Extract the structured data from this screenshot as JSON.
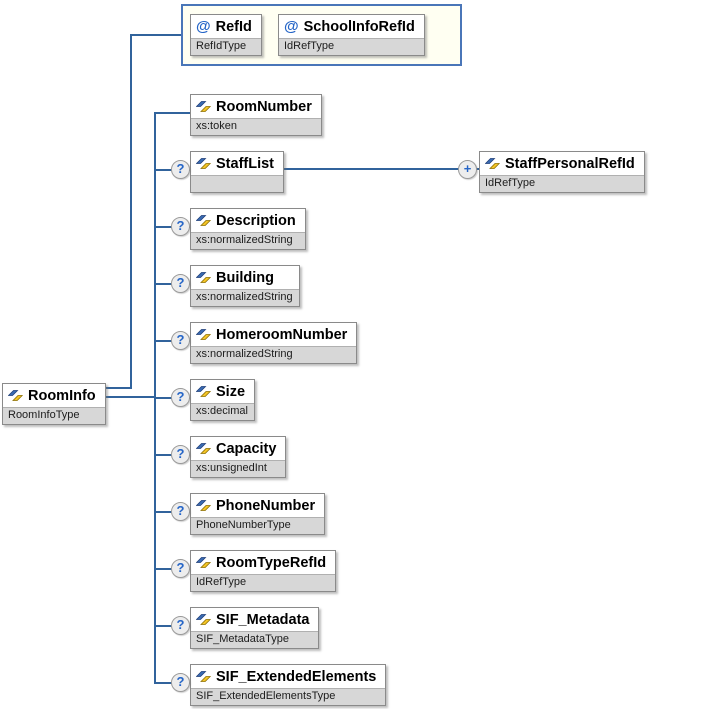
{
  "diagram": {
    "root": {
      "name": "RoomInfo",
      "type": "RoomInfoType"
    },
    "attributes_group": {
      "attributes": [
        {
          "marker": "@",
          "name": "RefId",
          "type": "RefIdType"
        },
        {
          "marker": "@",
          "name": "SchoolInfoRefId",
          "type": "IdRefType"
        }
      ]
    },
    "children": [
      {
        "name": "RoomNumber",
        "type": "xs:token",
        "optional": false
      },
      {
        "name": "StaffList",
        "type": "",
        "optional": true
      },
      {
        "name": "Description",
        "type": "xs:normalizedString",
        "optional": true
      },
      {
        "name": "Building",
        "type": "xs:normalizedString",
        "optional": true
      },
      {
        "name": "HomeroomNumber",
        "type": "xs:normalizedString",
        "optional": true
      },
      {
        "name": "Size",
        "type": "xs:decimal",
        "optional": true
      },
      {
        "name": "Capacity",
        "type": "xs:unsignedInt",
        "optional": true
      },
      {
        "name": "PhoneNumber",
        "type": "PhoneNumberType",
        "optional": true
      },
      {
        "name": "RoomTypeRefId",
        "type": "IdRefType",
        "optional": true
      },
      {
        "name": "SIF_Metadata",
        "type": "SIF_MetadataType",
        "optional": true
      },
      {
        "name": "SIF_ExtendedElements",
        "type": "SIF_ExtendedElementsType",
        "optional": true
      }
    ],
    "staff_child": {
      "name": "StaffPersonalRefId",
      "type": "IdRefType"
    },
    "markers": {
      "optional": "?",
      "expand": "+",
      "attribute": "@"
    },
    "colors": {
      "line": "#31639c",
      "group_border": "#4a76b8",
      "group_fill": "#fffff2",
      "subtitle_bg": "#d7d7d7",
      "icon_blue": "#3b6cb4",
      "icon_gold": "#f5c526",
      "marker_blue": "#2565c7"
    }
  }
}
